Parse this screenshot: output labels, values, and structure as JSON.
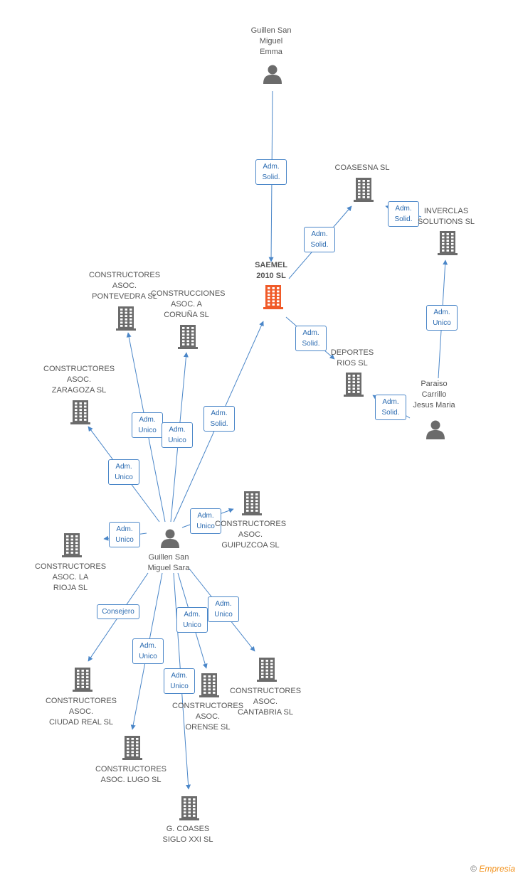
{
  "nodes": [
    {
      "id": "emma",
      "label": "Guillen San\nMiguel\nEmma",
      "kind": "person"
    },
    {
      "id": "saemel",
      "label": "SAEMEL\n2010 SL",
      "kind": "company",
      "focus": true
    },
    {
      "id": "coasesna",
      "label": "COASESNA  SL",
      "kind": "company"
    },
    {
      "id": "inverclas",
      "label": "INVERCLAS\nSOLUTIONS SL",
      "kind": "company"
    },
    {
      "id": "deportes",
      "label": "DEPORTES\nRIOS  SL",
      "kind": "company"
    },
    {
      "id": "paraiso",
      "label": "Paraiso\nCarrillo\nJesus Maria",
      "kind": "person"
    },
    {
      "id": "pontevedra",
      "label": "CONSTRUCTORES\nASOC.\nPONTEVEDRA SL",
      "kind": "company"
    },
    {
      "id": "coruna",
      "label": "CONSTRUCCIONES\nASOC.  A\nCORUÑA SL",
      "kind": "company"
    },
    {
      "id": "zaragoza",
      "label": "CONSTRUCTORES\nASOC.\nZARAGOZA SL",
      "kind": "company"
    },
    {
      "id": "gipuzcoa",
      "label": "CONSTRUCTORES\nASOC.\nGUIPUZCOA SL",
      "kind": "company"
    },
    {
      "id": "sara",
      "label": "Guillen San\nMiguel Sara",
      "kind": "person"
    },
    {
      "id": "rioja",
      "label": "CONSTRUCTORES\nASOC.  LA\nRIOJA SL",
      "kind": "company"
    },
    {
      "id": "ciudadreal",
      "label": "CONSTRUCTORES\nASOC.\nCIUDAD REAL SL",
      "kind": "company"
    },
    {
      "id": "cantabria",
      "label": "CONSTRUCTORES\nASOC.\nCANTABRIA SL",
      "kind": "company"
    },
    {
      "id": "orense",
      "label": "CONSTRUCTORES\nASOC.\nORENSE SL",
      "kind": "company"
    },
    {
      "id": "lugo",
      "label": "CONSTRUCTORES\nASOC.  LUGO SL",
      "kind": "company"
    },
    {
      "id": "siglo",
      "label": "G.  COASES\nSIGLO XXI SL",
      "kind": "company"
    }
  ],
  "edges": [
    {
      "from": "emma",
      "to": "saemel",
      "label": "Adm.\nSolid."
    },
    {
      "from": "saemel",
      "to": "coasesna",
      "label": "Adm.\nSolid."
    },
    {
      "from": "saemel",
      "to": "deportes",
      "label": "Adm.\nSolid."
    },
    {
      "from": "paraiso",
      "to": "inverclas",
      "label": "Adm.\nUnico"
    },
    {
      "from": "paraiso",
      "to": "deportes",
      "label": "Adm.\nSolid."
    },
    {
      "from": "inverclas",
      "to": "coasesna",
      "label": "Adm.\nSolid."
    },
    {
      "from": "sara",
      "to": "saemel",
      "label": "Adm.\nSolid."
    },
    {
      "from": "sara",
      "to": "pontevedra",
      "label": "Adm.\nUnico"
    },
    {
      "from": "sara",
      "to": "coruna",
      "label": "Adm.\nUnico"
    },
    {
      "from": "sara",
      "to": "zaragoza",
      "label": "Adm.\nUnico"
    },
    {
      "from": "sara",
      "to": "gipuzcoa",
      "label": "Adm.\nUnico"
    },
    {
      "from": "sara",
      "to": "rioja",
      "label": "Adm.\nUnico"
    },
    {
      "from": "sara",
      "to": "ciudadreal",
      "label": "Consejero"
    },
    {
      "from": "sara",
      "to": "lugo",
      "label": "Adm.\nUnico"
    },
    {
      "from": "sara",
      "to": "siglo",
      "label": "Adm.\nUnico"
    },
    {
      "from": "sara",
      "to": "orense",
      "label": "Adm.\nUnico"
    },
    {
      "from": "sara",
      "to": "cantabria",
      "label": "Adm.\nUnico"
    }
  ],
  "colors": {
    "edge": "#4a86c8",
    "icon": "#6b6b6b",
    "focus_icon": "#f05a28",
    "label_text": "#555555",
    "edge_label_text": "#2a6ab0"
  },
  "footer": {
    "copyright": "©",
    "brand": "Empresia"
  }
}
